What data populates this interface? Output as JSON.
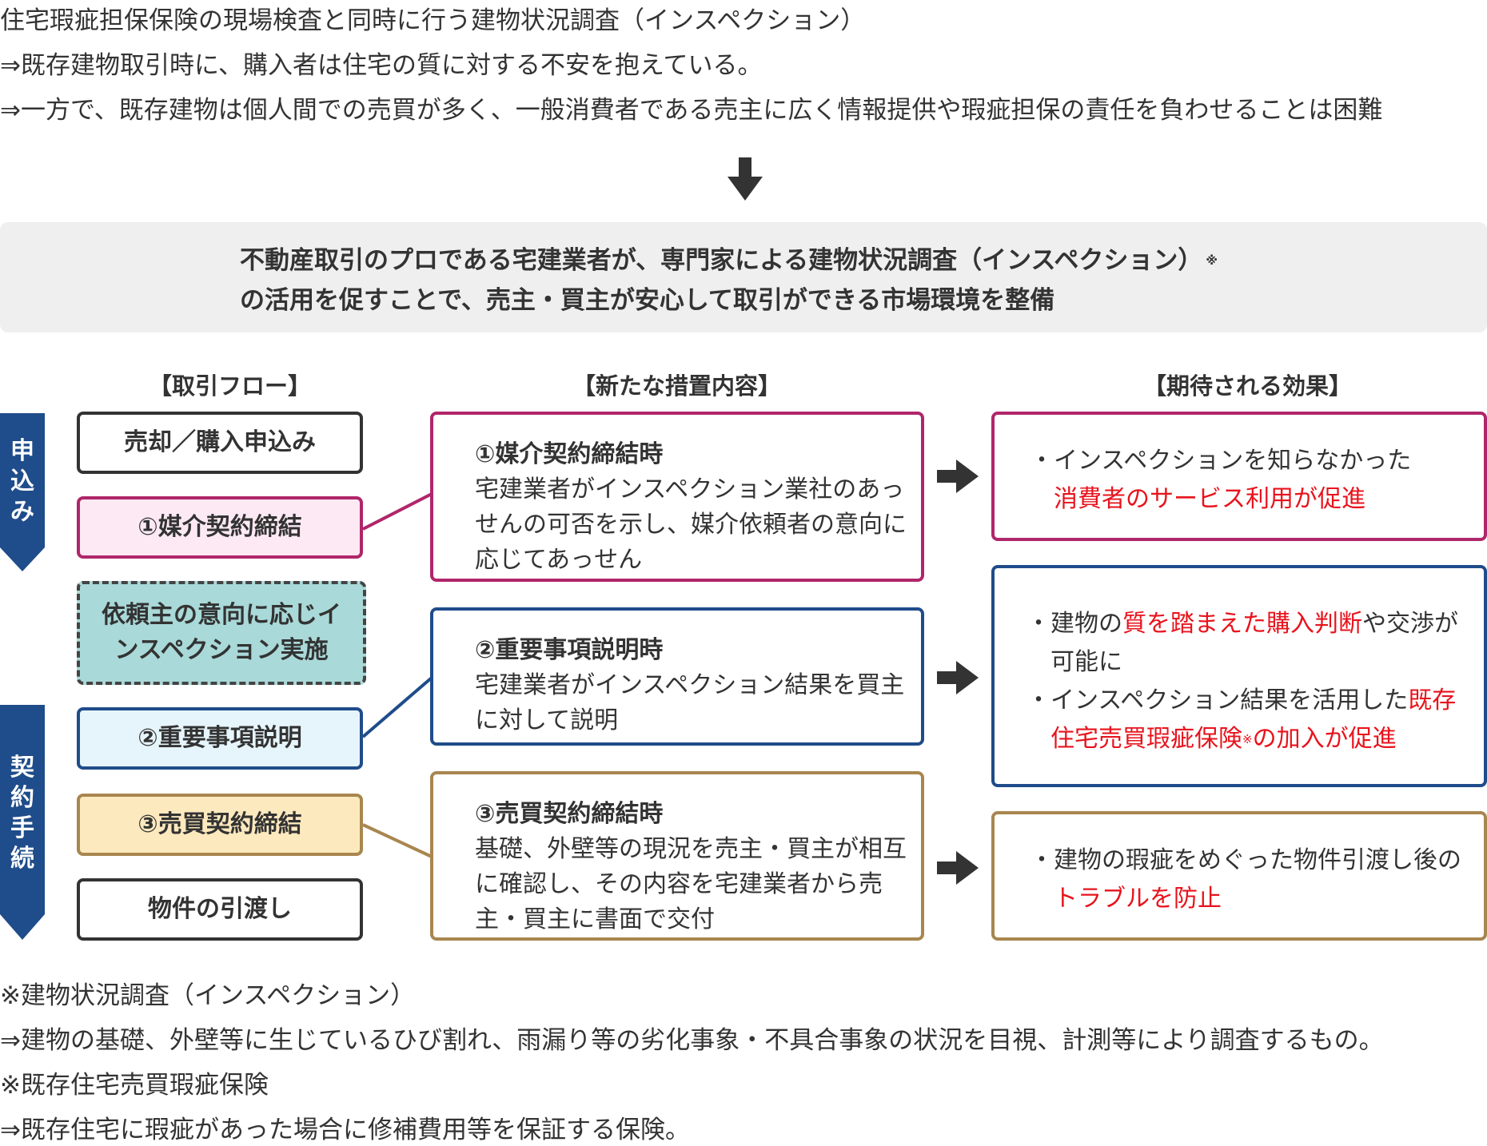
{
  "intro": {
    "line1": "住宅瑕疵担保保険の現場検査と同時に行う建物状況調査（インスペクション）",
    "line2": "⇒既存建物取引時に、購入者は住宅の質に対する不安を抱えている。",
    "line3": "⇒一方で、既存建物は個人間での売買が多く、一般消費者である売主に広く情報提供や瑕疵担保の責任を負わせることは困難"
  },
  "summary": {
    "line1": "不動産取引のプロである宅建業者が、専門家による建物状況調査（インスペクション）",
    "line1_mark": "※",
    "line2": "の活用を促すことで、売主・買主が安心して取引ができる市場環境を整備"
  },
  "headers": {
    "flow": "【取引フロー】",
    "measures": "【新たな措置内容】",
    "effects": "【期待される効果】"
  },
  "phases": {
    "application": [
      "申",
      "込",
      "み"
    ],
    "contract": [
      "契",
      "約",
      "手",
      "続"
    ]
  },
  "flow": {
    "step1": "売却／購入申込み",
    "step2": "①媒介契約締結",
    "step3": "依頼主の意向に応じインスペクション実施",
    "step4": "②重要事項説明",
    "step5": "③売買契約締結",
    "step6": "物件の引渡し"
  },
  "measures": {
    "m1": {
      "title": "①媒介契約締結時",
      "body": "宅建業者がインスペクション業社のあっせんの可否を示し、媒介依頼者の意向に応じてあっせん"
    },
    "m2": {
      "title": "②重要事項説明時",
      "body": "宅建業者がインスペクション結果を買主に対して説明"
    },
    "m3": {
      "title": "③売買契約締結時",
      "body": "基礎、外壁等の現況を売主・買主が相互に確認し、その内容を宅建業者から売主・買主に書面で交付"
    }
  },
  "effects": {
    "bullet": "・",
    "e1": {
      "a": "インスペクションを知らなかった",
      "b_red": "消費者のサービス利用が促進"
    },
    "e2": {
      "i1_a": "建物の",
      "i1_red": "質を踏まえた購入判断",
      "i1_b": "や交渉が可能に",
      "i2_a": "インスペクション結果を活用した",
      "i2_red": "既存住宅売買瑕疵保険",
      "i2_mark": "※",
      "i2_red2": "の加入が促進"
    },
    "e3": {
      "a": "建物の瑕疵をめぐった物件引渡し後の",
      "red": "トラブルを防止"
    }
  },
  "notes": {
    "n1": "※建物状況調査（インスペクション）",
    "n2": "⇒建物の基礎、外壁等に生じているひび割れ、雨漏り等の劣化事象・不具合事象の状況を目視、計測等により調査するもの。",
    "n3": "※既存住宅売買瑕疵保険",
    "n4": "⇒既存住宅に瑕疵があった場合に修補費用等を保証する保険。"
  },
  "colors": {
    "magenta": "#b0266a",
    "magenta_fill": "#fce9f3",
    "blue": "#1f4c8a",
    "blue_fill": "#e6f4fb",
    "gold": "#a8864f",
    "gold_fill": "#fde9be",
    "teal_fill": "#a9d9d8",
    "phase_blue": "#1f4c8a",
    "red_text": "#e8131c",
    "summary_bg": "#efefef"
  }
}
